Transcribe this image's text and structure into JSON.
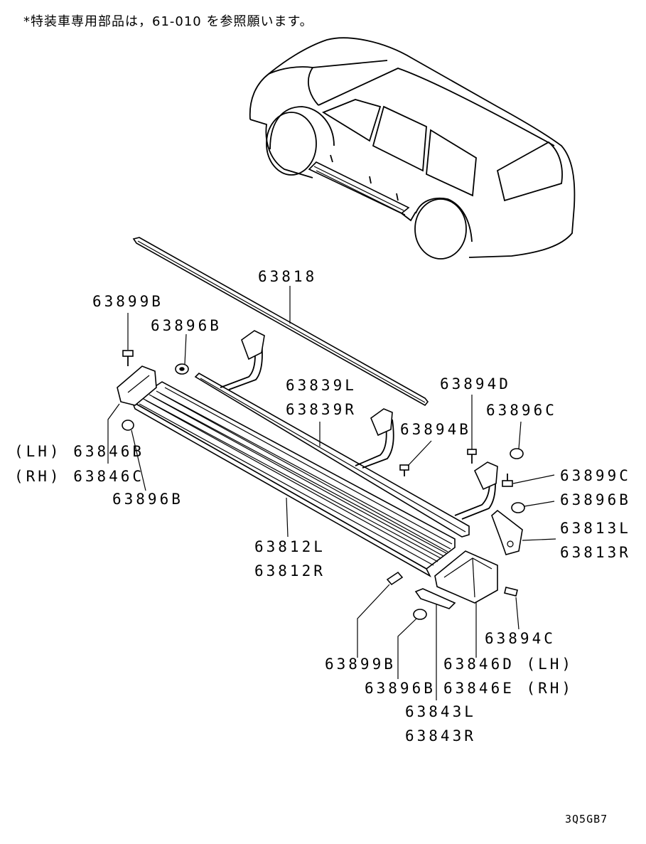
{
  "note": "*特装車専用部品は，61-010 を参照願います。",
  "drawing_code": "3Q5GB7",
  "labels": {
    "p63818": "63818",
    "p63899B_top": "63899B",
    "p63896B_top": "63896B",
    "p63839L": "63839L",
    "p63839R": "63839R",
    "p63894D": "63894D",
    "p63896C": "63896C",
    "p63894B": "63894B",
    "p63846B": "(LH) 63846B",
    "p63846C": "(RH) 63846C",
    "p63896B_left": "63896B",
    "p63899C": "63899C",
    "p63896B_right": "63896B",
    "p63813L": "63813L",
    "p63813R": "63813R",
    "p63812L": "63812L",
    "p63812R": "63812R",
    "p63894C": "63894C",
    "p63899B_bottom": "63899B",
    "p63846D": "63846D (LH)",
    "p63896B_bottom": "63896B",
    "p63846E": "63846E (RH)",
    "p63843L": "63843L",
    "p63843R": "63843R"
  }
}
